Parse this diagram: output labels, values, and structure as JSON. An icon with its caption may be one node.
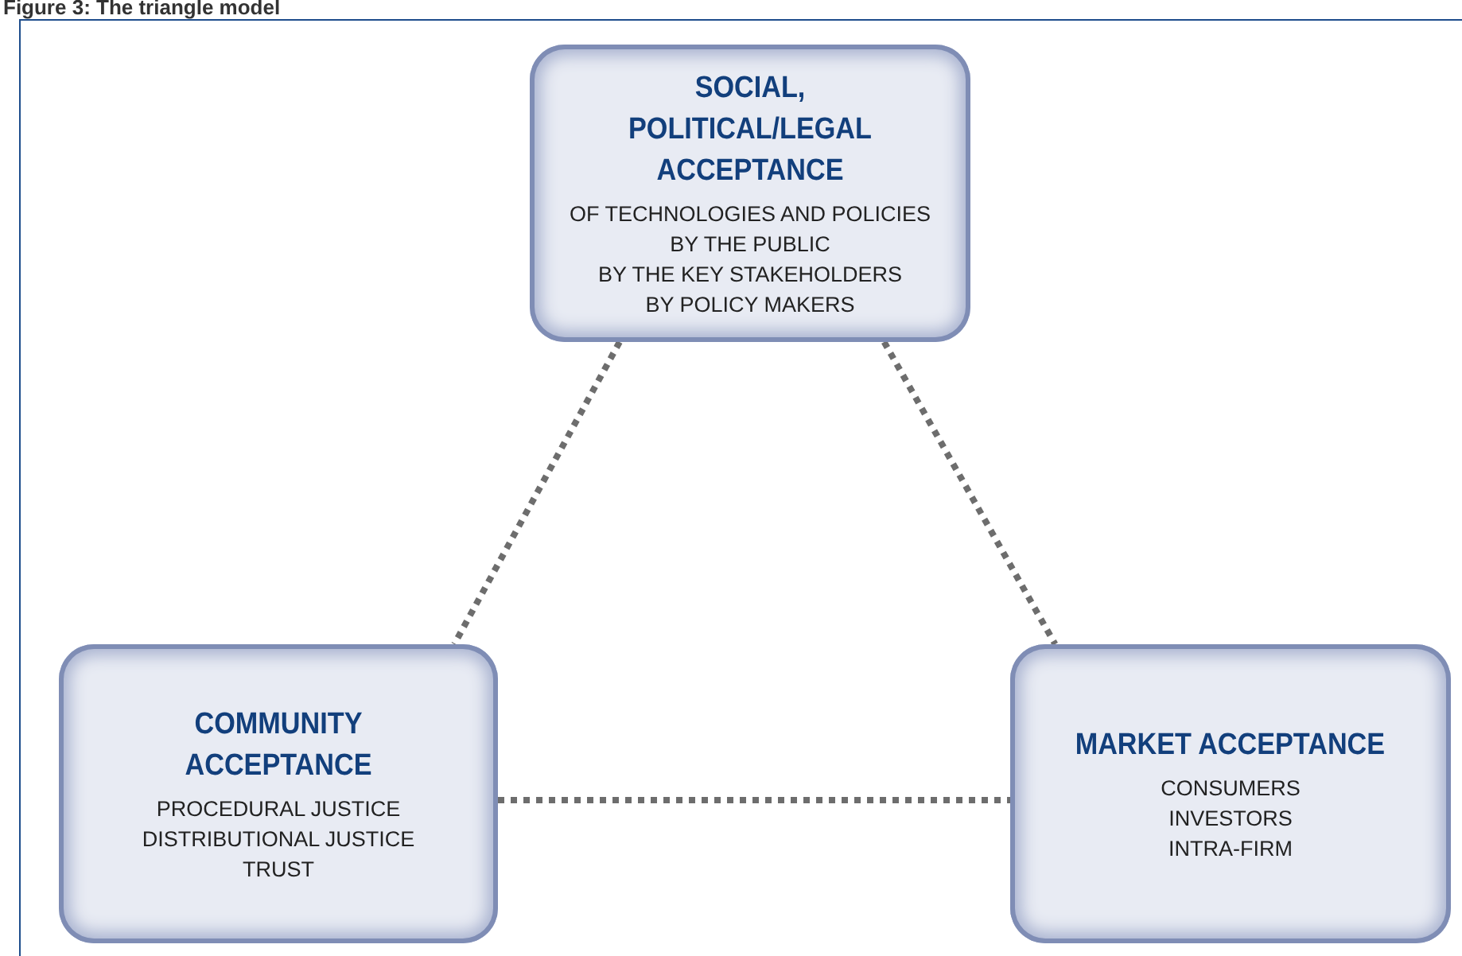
{
  "diagram": {
    "title": "Figure 3: The triangle model",
    "nodes": [
      {
        "text": [
          "SOCIAL, POLITICAL/LEGAL ACCEPTANCE",
          "OF TECHNOLOGIES AND POLICIES",
          "BY THE PUBLIC",
          "BY THE KEY STAKEHOLDERS",
          "BY POLICY MAKERS"
        ]
      },
      {
        "text": [
          "COMMUNITY ACCEPTANCE",
          "PROCEDURAL JUSTICE",
          "DISTRIBUTIONAL JUSTICE",
          "TRUST"
        ]
      },
      {
        "text": [
          "MARKET ACCEPTANCE",
          "CONSUMERS",
          "INVESTORS",
          "INTRA-FIRM"
        ]
      }
    ],
    "edges": [
      {
        "from": 0,
        "to": 1,
        "arrow": "none",
        "style": "dashed"
      },
      {
        "from": 0,
        "to": 2,
        "arrow": "none",
        "style": "dashed"
      },
      {
        "from": 1,
        "to": 2,
        "arrow": "none",
        "style": "dashed"
      }
    ]
  }
}
